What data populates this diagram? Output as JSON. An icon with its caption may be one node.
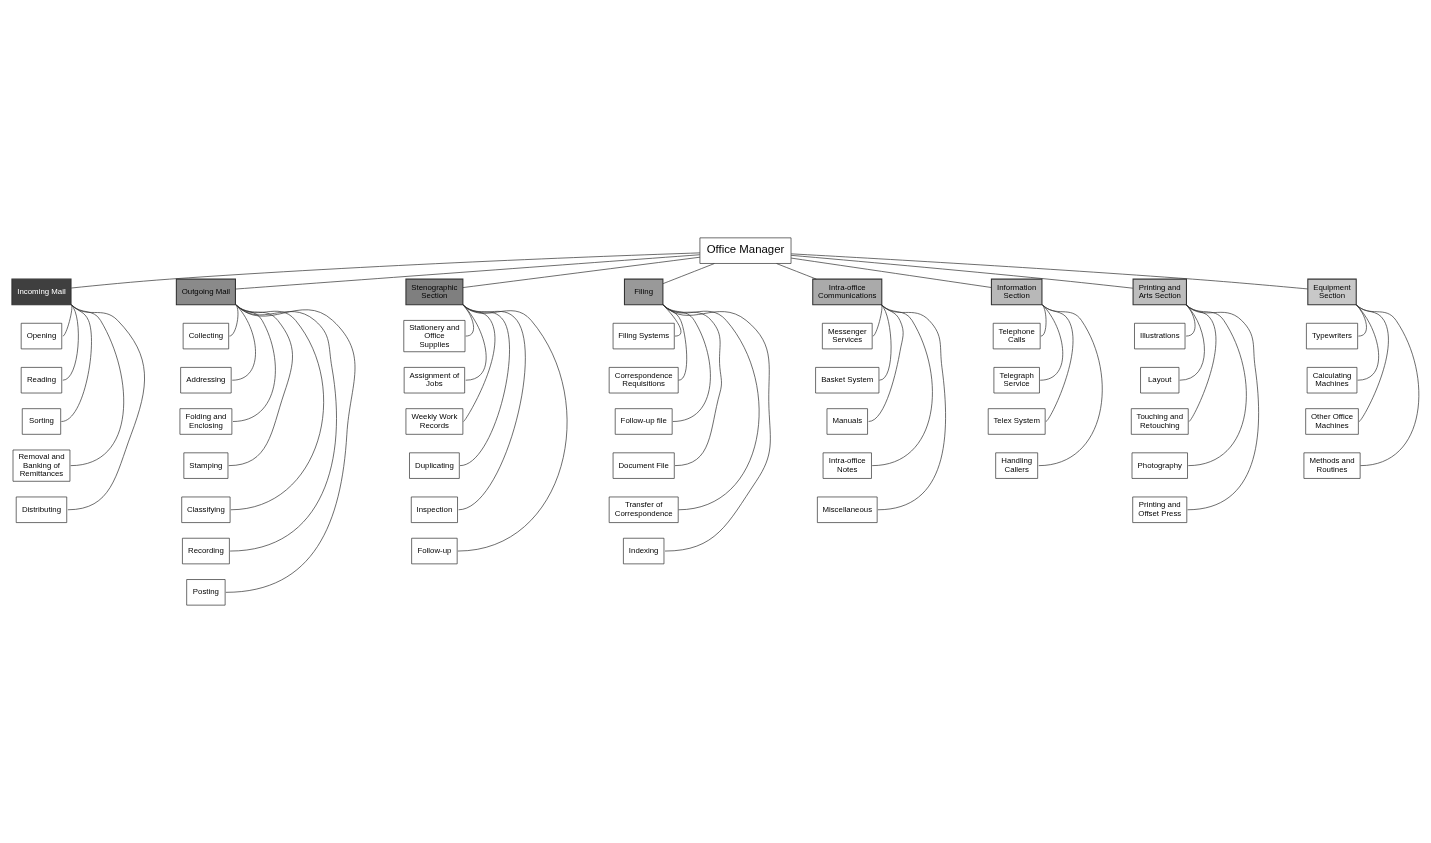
{
  "diagram": {
    "nodes": [
      {
        "text": [
          "Office Manager"
        ]
      },
      {
        "text": [
          "Incoming Mail"
        ]
      },
      {
        "text": [
          "Outgoing Mail"
        ]
      },
      {
        "text": [
          "Stenographic Section"
        ]
      },
      {
        "text": [
          "Filing"
        ]
      },
      {
        "text": [
          "Intra-office Communications"
        ]
      },
      {
        "text": [
          "Information Section"
        ]
      },
      {
        "text": [
          "Printing and Arts Section"
        ]
      },
      {
        "text": [
          "Equipment Section"
        ]
      },
      {
        "text": [
          "Opening"
        ]
      },
      {
        "text": [
          "Reading"
        ]
      },
      {
        "text": [
          "Sorting"
        ]
      },
      {
        "text": [
          "Removal and Banking of Remittances"
        ]
      },
      {
        "text": [
          "Distributing"
        ]
      },
      {
        "text": [
          "Collecting"
        ]
      },
      {
        "text": [
          "Addressing"
        ]
      },
      {
        "text": [
          "Folding and Enclosing"
        ]
      },
      {
        "text": [
          "Stamping"
        ]
      },
      {
        "text": [
          "Classifying"
        ]
      },
      {
        "text": [
          "Recording"
        ]
      },
      {
        "text": [
          "Posting"
        ]
      },
      {
        "text": [
          "Stationery and Office Supplies"
        ]
      },
      {
        "text": [
          "Assignment of Jobs"
        ]
      },
      {
        "text": [
          "Weekly Work Records"
        ]
      },
      {
        "text": [
          "Duplicating"
        ]
      },
      {
        "text": [
          "Inspection"
        ]
      },
      {
        "text": [
          "Follow-up"
        ]
      },
      {
        "text": [
          "Filing Systems"
        ]
      },
      {
        "text": [
          "Correspondence Requisitions"
        ]
      },
      {
        "text": [
          "Follow-up file"
        ]
      },
      {
        "text": [
          "Document File"
        ]
      },
      {
        "text": [
          "Transfer of Correspondence"
        ]
      },
      {
        "text": [
          "Indexing"
        ]
      },
      {
        "text": [
          "Messenger Services"
        ]
      },
      {
        "text": [
          "Basket System"
        ]
      },
      {
        "text": [
          "Manuals"
        ]
      },
      {
        "text": [
          "Intra-office Notes"
        ]
      },
      {
        "text": [
          "Miscellaneous"
        ]
      },
      {
        "text": [
          "Telephone Calls"
        ]
      },
      {
        "text": [
          "Telegraph Service"
        ]
      },
      {
        "text": [
          "Telex System"
        ]
      },
      {
        "text": [
          "Handling Callers"
        ]
      },
      {
        "text": [
          "Illustrations"
        ]
      },
      {
        "text": [
          "Layout"
        ]
      },
      {
        "text": [
          "Touching and Retouching"
        ]
      },
      {
        "text": [
          "Photography"
        ]
      },
      {
        "text": [
          "Printing and Offset Press"
        ]
      },
      {
        "text": [
          "Typewriters"
        ]
      },
      {
        "text": [
          "Calculating Machines"
        ]
      },
      {
        "text": [
          "Other Office Machines"
        ]
      },
      {
        "text": [
          "Methods and Routines"
        ]
      }
    ],
    "edges": [
      {
        "from": 0,
        "to": 1,
        "arrow": "none"
      },
      {
        "from": 0,
        "to": 2,
        "arrow": "none"
      },
      {
        "from": 0,
        "to": 3,
        "arrow": "none"
      },
      {
        "from": 0,
        "to": 4,
        "arrow": "none"
      },
      {
        "from": 0,
        "to": 5,
        "arrow": "none"
      },
      {
        "from": 0,
        "to": 6,
        "arrow": "none"
      },
      {
        "from": 0,
        "to": 7,
        "arrow": "none"
      },
      {
        "from": 0,
        "to": 8,
        "arrow": "none"
      },
      {
        "from": 1,
        "to": 9,
        "arrow": "none"
      },
      {
        "from": 1,
        "to": 10,
        "arrow": "none"
      },
      {
        "from": 1,
        "to": 11,
        "arrow": "none"
      },
      {
        "from": 1,
        "to": 12,
        "arrow": "none"
      },
      {
        "from": 1,
        "to": 13,
        "arrow": "none"
      },
      {
        "from": 2,
        "to": 14,
        "arrow": "none"
      },
      {
        "from": 2,
        "to": 15,
        "arrow": "none"
      },
      {
        "from": 2,
        "to": 16,
        "arrow": "none"
      },
      {
        "from": 2,
        "to": 17,
        "arrow": "none"
      },
      {
        "from": 2,
        "to": 18,
        "arrow": "none"
      },
      {
        "from": 2,
        "to": 19,
        "arrow": "none"
      },
      {
        "from": 2,
        "to": 20,
        "arrow": "none"
      },
      {
        "from": 3,
        "to": 21,
        "arrow": "none"
      },
      {
        "from": 3,
        "to": 22,
        "arrow": "none"
      },
      {
        "from": 3,
        "to": 23,
        "arrow": "none"
      },
      {
        "from": 3,
        "to": 24,
        "arrow": "none"
      },
      {
        "from": 3,
        "to": 25,
        "arrow": "none"
      },
      {
        "from": 3,
        "to": 26,
        "arrow": "none"
      },
      {
        "from": 4,
        "to": 27,
        "arrow": "none"
      },
      {
        "from": 4,
        "to": 28,
        "arrow": "none"
      },
      {
        "from": 4,
        "to": 29,
        "arrow": "none"
      },
      {
        "from": 4,
        "to": 30,
        "arrow": "none"
      },
      {
        "from": 4,
        "to": 31,
        "arrow": "none"
      },
      {
        "from": 4,
        "to": 32,
        "arrow": "none"
      },
      {
        "from": 5,
        "to": 33,
        "arrow": "none"
      },
      {
        "from": 5,
        "to": 34,
        "arrow": "none"
      },
      {
        "from": 5,
        "to": 35,
        "arrow": "none"
      },
      {
        "from": 5,
        "to": 36,
        "arrow": "none"
      },
      {
        "from": 5,
        "to": 37,
        "arrow": "none"
      },
      {
        "from": 6,
        "to": 38,
        "arrow": "none"
      },
      {
        "from": 6,
        "to": 39,
        "arrow": "none"
      },
      {
        "from": 6,
        "to": 40,
        "arrow": "none"
      },
      {
        "from": 6,
        "to": 41,
        "arrow": "none"
      },
      {
        "from": 7,
        "to": 42,
        "arrow": "none"
      },
      {
        "from": 7,
        "to": 43,
        "arrow": "none"
      },
      {
        "from": 7,
        "to": 44,
        "arrow": "none"
      },
      {
        "from": 7,
        "to": 45,
        "arrow": "none"
      },
      {
        "from": 7,
        "to": 46,
        "arrow": "none"
      },
      {
        "from": 8,
        "to": 47,
        "arrow": "none"
      },
      {
        "from": 8,
        "to": 48,
        "arrow": "none"
      },
      {
        "from": 8,
        "to": 49,
        "arrow": "none"
      },
      {
        "from": 8,
        "to": 50,
        "arrow": "none"
      }
    ]
  }
}
